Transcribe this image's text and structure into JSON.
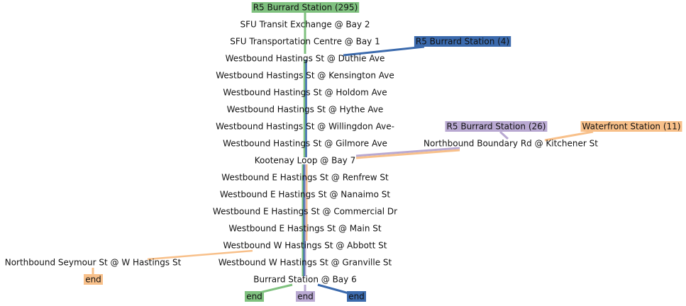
{
  "colors": {
    "green": "#7fc17f",
    "blue": "#3b6aad",
    "purple": "#b9a9d2",
    "orange": "#f8c08a"
  },
  "routes": [
    {
      "id": "r1",
      "label": "R5 Burrard Station (295)",
      "color": "#7fc17f"
    },
    {
      "id": "r2",
      "label": "R5 Burrard Station (4)",
      "color": "#3b6aad"
    },
    {
      "id": "r3",
      "label": "R5 Burrard Station (26)",
      "color": "#b9a9d2"
    },
    {
      "id": "r4",
      "label": "Waterfront Station (11)",
      "color": "#f8c08a"
    }
  ],
  "stops": [
    "SFU Transit Exchange @ Bay 2",
    "SFU Transportation Centre @ Bay 1",
    "Westbound Hastings St @ Duthie Ave",
    "Westbound Hastings St @ Kensington Ave",
    "Westbound Hastings St @ Holdom Ave",
    "Westbound Hastings St @ Hythe Ave",
    "Westbound Hastings St @ Willingdon Ave-",
    "Westbound Hastings St @ Gilmore Ave",
    "Kootenay Loop @ Bay 7",
    "Westbound E Hastings St @ Renfrew St",
    "Westbound E Hastings St @ Nanaimo St",
    "Westbound E Hastings St @ Commercial Dr",
    "Westbound E Hastings St @ Main St",
    "Westbound W Hastings St @ Abbott St",
    "Westbound W Hastings St @ Granville St",
    "Burrard Station @ Bay 6"
  ],
  "side_stops": {
    "boundary": "Northbound Boundary Rd @ Kitchener St",
    "seymour": "Northbound Seymour St @ W Hastings St"
  },
  "ends": [
    {
      "label": "end",
      "color": "#f8c08a"
    },
    {
      "label": "end",
      "color": "#7fc17f"
    },
    {
      "label": "end",
      "color": "#b9a9d2"
    },
    {
      "label": "end",
      "color": "#3b6aad"
    }
  ]
}
